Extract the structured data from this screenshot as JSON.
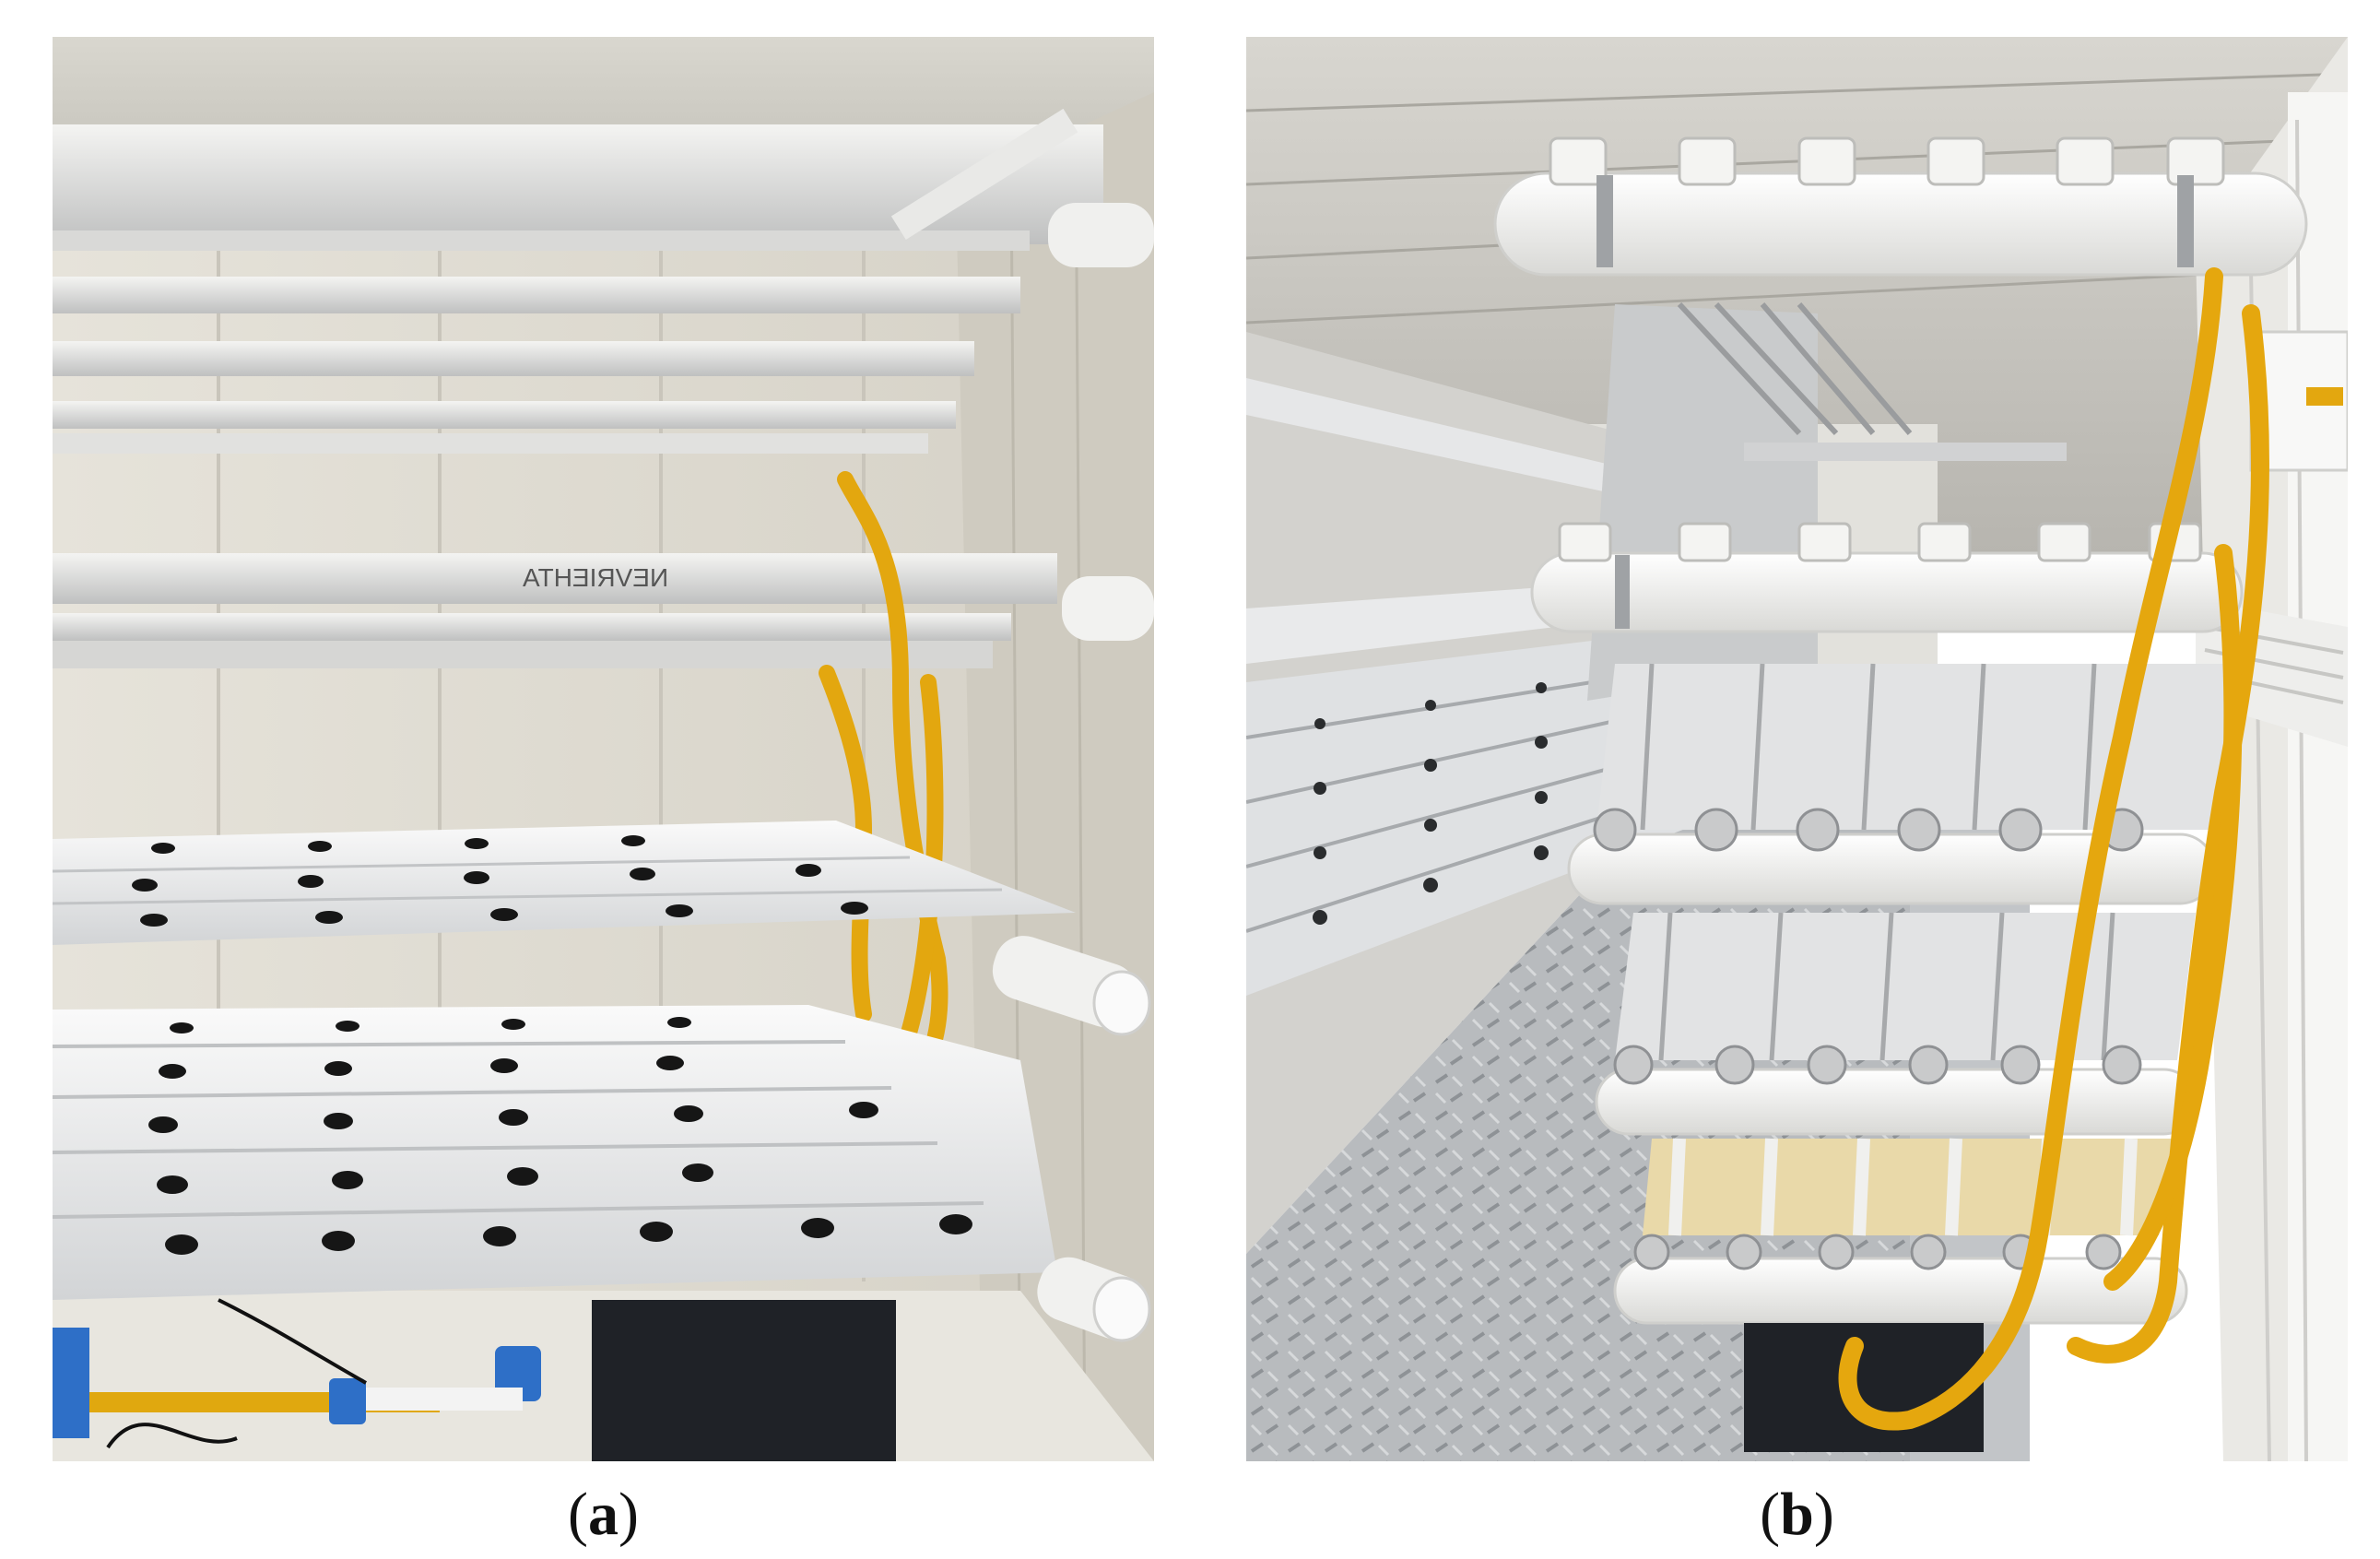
{
  "panels": [
    {
      "id": "a",
      "label_open": "(",
      "label_letter": "a",
      "label_close": ")",
      "shelf_marking": "ATHƎIЯVƎИ"
    },
    {
      "id": "b",
      "label_open": "(",
      "label_letter": "b",
      "label_close": ")"
    }
  ],
  "colors": {
    "pipe_white": "#f1f1ee",
    "channel_white": "#e9eaea",
    "hose_yellow": "#e8a911",
    "wall_beige": "#dcd9d0",
    "floor_gray": "#b9bcbf",
    "tank_black": "#1f2227",
    "hole_black": "#161616"
  }
}
